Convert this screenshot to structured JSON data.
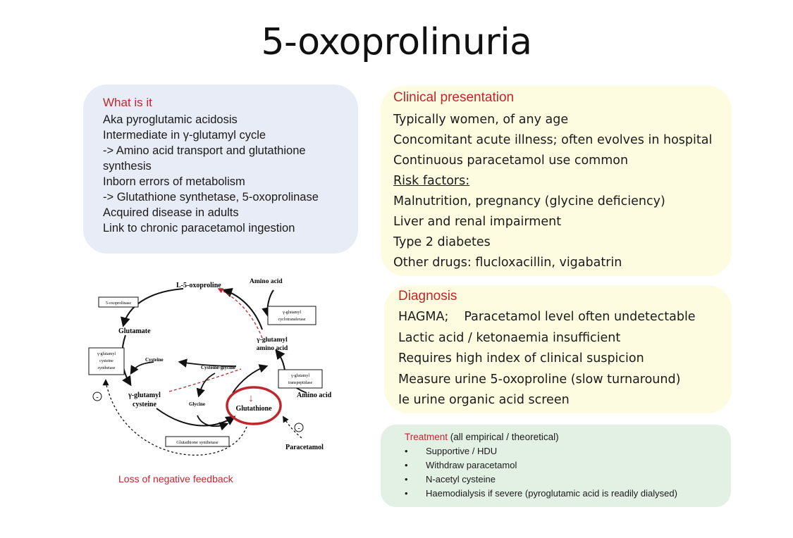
{
  "title": "5-oxoprolinuria",
  "what_is_it": {
    "heading": "What is it",
    "lines": [
      "Aka pyroglutamic acidosis",
      "Intermediate in γ-glutamyl cycle",
      "-> Amino acid transport and glutathione synthesis",
      "Inborn errors of metabolism",
      "-> Glutathione synthetase, 5-oxoprolinase",
      "Acquired disease in adults",
      "Link to chronic paracetamol ingestion"
    ]
  },
  "clinical": {
    "heading": "Clinical presentation",
    "lines": [
      "Typically women, of any age",
      "Concomitant acute illness; often evolves in hospital",
      "Continuous  paracetamol use common"
    ],
    "risk_heading": "Risk factors:",
    "risk_lines": [
      "Malnutrition, pregnancy (glycine deficiency)",
      "Liver and renal impairment",
      "Type 2 diabetes",
      "Other drugs: flucloxacillin, vigabatrin"
    ]
  },
  "diagnosis": {
    "heading": "Diagnosis",
    "first_a": "HAGMA;",
    "first_b": "Paracetamol level often undetectable",
    "lines": [
      "Lactic acid / ketonaemia insufficient",
      "Requires high index of clinical suspicion",
      "Measure urine 5-oxoproline (slow turnaround)",
      "Ie urine organic acid screen"
    ]
  },
  "treatment": {
    "heading": "Treatment",
    "note": " (all empirical / theoretical)",
    "bullet": "•",
    "items": [
      "Supportive  / HDU",
      "Withdraw paracetamol",
      "N-acetyl cysteine",
      "Haemodialysis if severe (pyroglutamic acid is readily dialysed)"
    ]
  },
  "diagram": {
    "labels": {
      "oxoproline": "L-5-oxoproline",
      "amino_acid_top": "Amino acid",
      "oxoprolinase": "5-oxoprolinase",
      "cyclotransferase_1": "γ-glutamyl",
      "cyclotransferase_2": "cyclotransferase",
      "glutamate": "Glutamate",
      "gg_amino_1": "γ-glutamyl",
      "gg_amino_2": "amino acid",
      "gcs_1": "γ-glutamyl",
      "gcs_2": "cysteine",
      "gcs_3": "synthetase",
      "cysteine": "Cysteine",
      "cysteine_glycine": "Cysteine-glycine",
      "transpeptidase_1": "γ-glutamyl",
      "transpeptidase_2": "transpeptidase",
      "gg_cysteine_1": "γ-glutamyl",
      "gg_cysteine_2": "cysteine",
      "glycine": "Glycine",
      "glutathione": "Glutathione",
      "down_arrow": "↓",
      "amino_acid_right": "Amino acid",
      "minus": "-",
      "glutathione_synthetase": "Glutathione synthetase",
      "paracetamol": "Paracetamol",
      "loss_feedback": "Loss of negative feedback"
    },
    "colors": {
      "feedback": "#c0272d",
      "ink": "#111111"
    }
  }
}
